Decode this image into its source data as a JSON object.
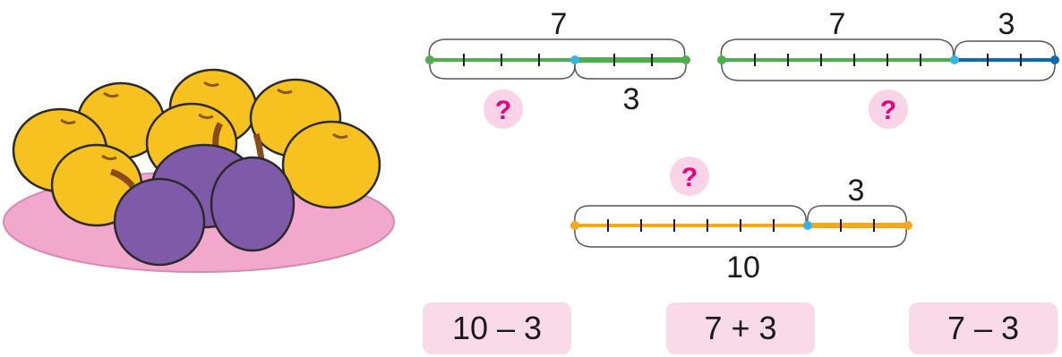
{
  "colors": {
    "green": "#4cae4c",
    "blue": "#0a6db3",
    "cyan": "#33b5e5",
    "orange": "#f3a91c",
    "question": "#e4007e",
    "question_bg": "#fbd3e6",
    "card_bg": "#f9dbe8",
    "plate": "#f2a8cc",
    "apricot": "#f7c21f",
    "plum": "#7f5aa8"
  },
  "diagrams": [
    {
      "top_label": "7",
      "bottom_label": "3",
      "unknown": "?"
    },
    {
      "top_label_left": "7",
      "top_label_right": "3",
      "unknown": "?"
    },
    {
      "unknown": "?",
      "top_label": "3",
      "bottom_label": "10"
    }
  ],
  "options": [
    "10 – 3",
    "7 + 3",
    "7 – 3"
  ],
  "illustration": {
    "fruit": [
      "apricot-icon",
      "plum-icon",
      "plate-icon"
    ]
  }
}
